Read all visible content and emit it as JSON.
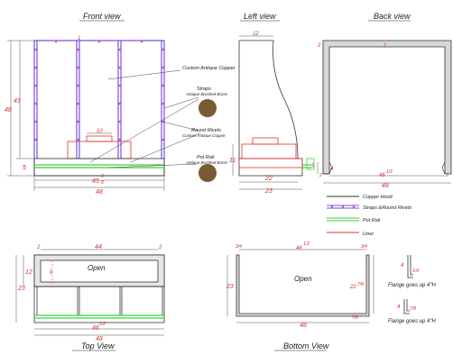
{
  "titles": {
    "front": "Front view",
    "left": "Left view",
    "back": "Back view",
    "top": "Top View",
    "bottom": "Bottom View"
  },
  "labels": {
    "custom_antique_copper": "Custom Antique Copper",
    "straps": "Straps",
    "antique_brushed_brass": "Antique Brushed Brass",
    "round_rivets": "Round Rivets",
    "custom_antique_copper_2": "Custom Antique Copper",
    "pot_rail": "Pot Rail",
    "antique_brushed_brass_2": "Antique Brushed Brass",
    "open_top": "Open",
    "open_bottom": "Open",
    "flange1": "Flange goes up 4\"H",
    "flange2": "Flange goes up 4\"H"
  },
  "dims": {
    "front_48_v": "48",
    "front_43_v": "43",
    "front_5": "5",
    "front_10": "10",
    "front_45": "45",
    "front_45_frac_num": "3",
    "front_45_frac_den": "8",
    "front_48_h": "48",
    "front_1": "1",
    "left_12": "12",
    "left_11": "11",
    "left_22": "22",
    "left_23": "23",
    "left_5": "5",
    "back_2": "2",
    "back_46": "46",
    "back_46_frac": "1/2",
    "back_48": "48",
    "back_4": "4",
    "back_half_num": "1",
    "back_half_den": "2",
    "top_2_left": "2",
    "top_44": "44",
    "top_2_right": "2",
    "top_12": "12",
    "top_23": "23",
    "top_9": "9",
    "top_46": "46",
    "top_46_frac": "1/2",
    "top_48": "48",
    "bottom_3_4": "3/4",
    "bottom_46": "46",
    "bottom_46_frac": "1/2",
    "bottom_23": "23",
    "bottom_22": "22",
    "bottom_22_frac": "7/8",
    "bottom_48": "48",
    "bottom_7_8": "7/8",
    "flange_4": "4",
    "flange_1_4": "1/4",
    "flange_7_8": "7/8"
  },
  "legend": [
    {
      "label": "Copper Hood",
      "color": "#333333"
    },
    {
      "label": "Straps &Round Rivets",
      "color": "#7a4fe0"
    },
    {
      "label": "Pot Rail",
      "color": "#3fd13f"
    },
    {
      "label": "Liner",
      "color": "#e03030"
    }
  ],
  "colors": {
    "copper": "#333333",
    "strap": "#7a4fe0",
    "rivet": "#d04fd0",
    "rail": "#3fd13f",
    "liner": "#e03030",
    "dim": "#d03030",
    "brass_swatch": "#7a5a32"
  }
}
